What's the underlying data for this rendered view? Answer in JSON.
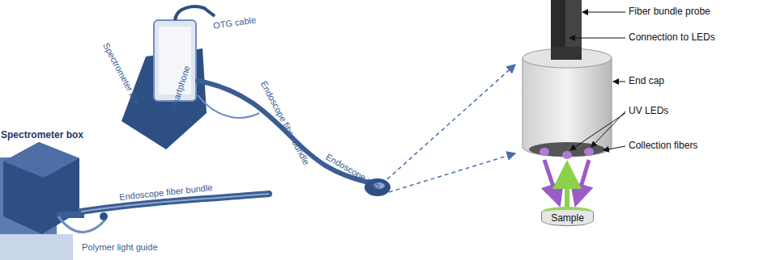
{
  "diagram": {
    "nodes": [
      {
        "text": [
          "Sample"
        ]
      }
    ],
    "edges": [],
    "labels": [
      "OTG cable",
      "Spectrometer box",
      "Smartphone",
      "Endoscope fiber bundle",
      "Endoscope cap",
      "Spectrometer box",
      "Endoscope fiber bundle",
      "Polymer light guide",
      "Fiber bundle probe",
      "Connection to LEDs",
      "End cap",
      "UV LEDs",
      "Collection fibers"
    ]
  }
}
